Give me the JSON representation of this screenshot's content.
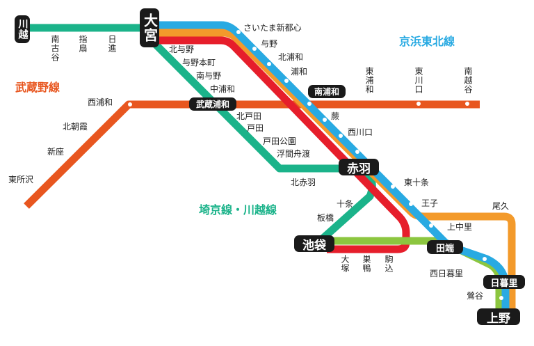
{
  "lines": {
    "keihin_tohoku": {
      "name": "京浜東北線",
      "color": "#29aae2"
    },
    "musashino": {
      "name": "武蔵野線",
      "color": "#e8561f"
    },
    "saikyo_kawagoe": {
      "name": "埼京線・川越線",
      "color": "#1bb38a"
    },
    "utsunomiya_takasaki": {
      "color": "#f39a2b"
    },
    "shonan_shinjuku": {
      "color": "#e61e2b"
    },
    "yamanote": {
      "color": "#8cc63f"
    }
  },
  "major_stations": {
    "kawagoe": "川越",
    "omiya": "大宮",
    "musashi_urawa": "武蔵浦和",
    "minami_urawa": "南浦和",
    "akabane": "赤羽",
    "ikebukuro": "池袋",
    "tabata": "田端",
    "nippori": "日暮里",
    "ueno": "上野"
  },
  "stations": {
    "minami_furuya": "南古谷",
    "sashiogi": "指扇",
    "nisshin": "日進",
    "saitama_shintoshin": "さいたま新都心",
    "yono": "与野",
    "kita_urawa": "北浦和",
    "urawa": "浦和",
    "higashi_urawa": "東浦和",
    "higashi_kawaguchi": "東川口",
    "minami_koshigaya": "南越谷",
    "warabi": "蕨",
    "nishi_kawaguchi": "西川口",
    "kita_yono": "北与野",
    "yono_honmachi": "与野本町",
    "minami_yono": "南与野",
    "naka_urawa": "中浦和",
    "nishi_urawa": "西浦和",
    "kita_asaka": "北朝霞",
    "niiza": "新座",
    "higashi_tokorozawa": "東所沢",
    "kita_toda": "北戸田",
    "toda": "戸田",
    "toda_koen": "戸田公園",
    "ukima_funado": "浮間舟渡",
    "kita_akabane": "北赤羽",
    "jujo": "十条",
    "itabashi": "板橋",
    "higashi_jujo": "東十条",
    "oji": "王子",
    "kami_nakazato": "上中里",
    "oku": "尾久",
    "otsuka": "大塚",
    "sugamo": "巣鴨",
    "komagome": "駒込",
    "nishi_nippori": "西日暮里",
    "uguisudani": "鶯谷"
  }
}
